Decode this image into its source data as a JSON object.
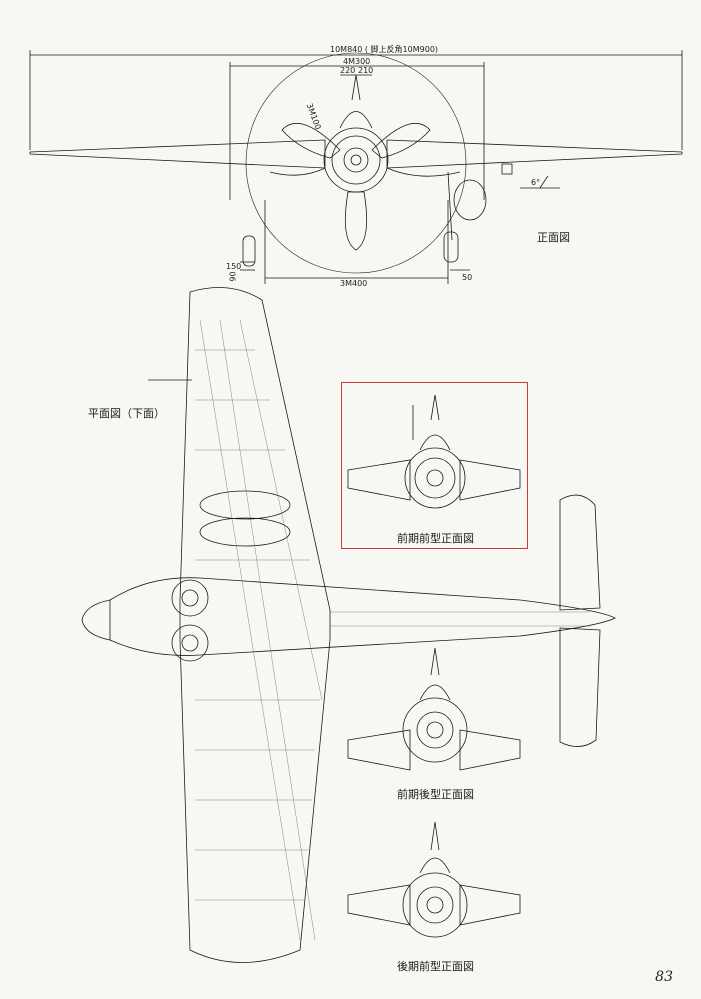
{
  "labels": {
    "front_view": "正面図",
    "plan_view": "平面図（下面）",
    "early_front_type": "前期前型正面図",
    "early_rear_type": "前期後型正面図",
    "late_front_type": "後期前型正面図"
  },
  "dimensions": {
    "span": "10M840 ( 脚上反角10M900)",
    "tailplane": "4M300",
    "d220": "220",
    "d210": "210",
    "prop_diameter": "3M100",
    "dihedral": "6°",
    "track": "3M400",
    "d150": "150",
    "d90": "90",
    "d50": "50"
  },
  "page_number": "83",
  "colors": {
    "highlight": "#d03a3a",
    "line": "#1a1a1a",
    "paper": "#f7f7f4"
  }
}
